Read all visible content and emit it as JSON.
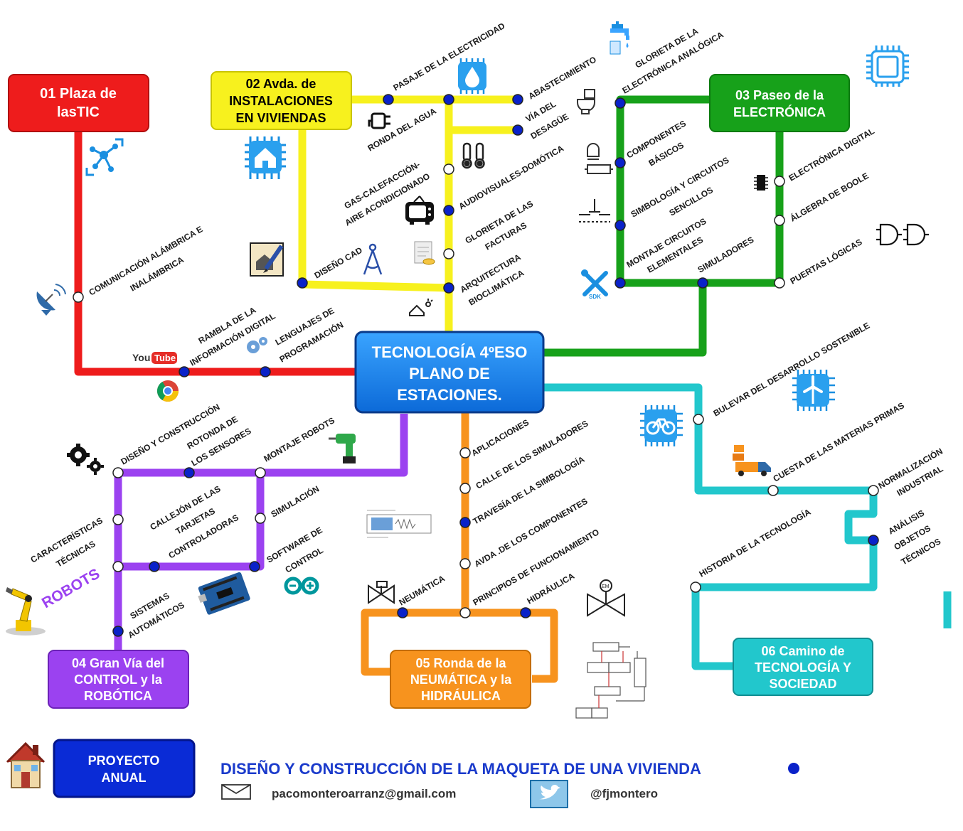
{
  "colors": {
    "line1": "#ee1c1c",
    "line2": "#f7f11e",
    "line3": "#17a11a",
    "line4": "#9b42f0",
    "line5": "#f7931e",
    "line6": "#22c7cc",
    "center": "#1286e8",
    "navy": "#0a2bd6",
    "stop_filled": "#0a22c9"
  },
  "center": {
    "line1": "TECNOLOGÍA 4ºESO",
    "line2": "PLANO DE",
    "line3": "ESTACIONES."
  },
  "lines": [
    {
      "id": "l1",
      "title1": "01  Plaza de",
      "title2": "lasTIC",
      "stations": [
        "COMUNICACIÓN ALÁMBRICA E",
        "INALÁMBRICA",
        "RAMBLA DE LA",
        "INFORMACIÓN DIGITAL",
        "LENGUAJES DE",
        "PROGRAMACIÓN"
      ]
    },
    {
      "id": "l2",
      "title1": "02 Avda. de",
      "title2": "INSTALACIONES",
      "title3": "EN VIVIENDAS",
      "stations": [
        "PASAJE DE LA ELECTRICIDAD",
        "RONDA DEL AGUA",
        "ABASTECIMIENTO",
        "VÍA DEL",
        "DESAGÜE",
        "GAS-CALEFACCIÓN-",
        "AIRE ACONDICIONADO",
        "AUDIOVISUALES-DOMÓTICA",
        "GLORIETA DE LAS",
        "FACTURAS",
        "ARQUITECTURA",
        "BIOCLIMÁTICA",
        "DISEÑO CAD"
      ]
    },
    {
      "id": "l3",
      "title1": "03 Paseo de la",
      "title2": "ELECTRÓNICA",
      "stations": [
        "GLORIETA DE LA",
        "ELECTRÓNICA ANALÓGICA",
        "COMPONENTES",
        "BÁSICOS",
        "SIMBOLOGÍA Y CIRCUITOS",
        "SENCILLOS",
        "MONTAJE CIRCUITOS",
        "ELEMENTALES",
        "SIMULADORES",
        "ELECTRÓNICA DIGITAL",
        "ÁLGEBRA DE BOOLE",
        "PUERTAS LÓGICAS"
      ]
    },
    {
      "id": "l4",
      "title1": "04 Gran Vía del",
      "title2": "CONTROL y la",
      "title3": "ROBÓTICA",
      "stations": [
        "DISEÑO Y CONSTRUCCIÓN",
        "ROTONDA DE",
        "LOS SENSORES",
        "MONTAJE ROBOTS",
        "CARACTERÍSTICAS",
        "TÉCNICAS",
        "CALLEJÓN DE LAS",
        "TARJETAS",
        "CONTROLADORAS",
        "SIMULACIÓN",
        "SOFTWARE DE",
        "CONTROL",
        "SISTEMAS",
        "AUTOMÁTICOS",
        "ROBOTS"
      ]
    },
    {
      "id": "l5",
      "title1": "05 Ronda de la",
      "title2": "NEUMÁTICA y la",
      "title3": "HIDRÁULICA",
      "stations": [
        "APLICACIONES",
        "CALLE DE LOS SIMULADORES",
        "TRAVESÍA DE LA SIMBOLOGÍA",
        "AVDA .DE LOS COMPONENTES",
        "PRINCIPIOS DE FUNCIONAMIENTO",
        "NEUMÁTICA",
        "HIDRÁULICA"
      ]
    },
    {
      "id": "l6",
      "title1": "06 Camino de",
      "title2": "TECNOLOGÍA Y",
      "title3": "SOCIEDAD",
      "stations": [
        "BULEVAR DEL DESARROLLO SOSTENIBLE",
        "CUESTA DE LAS MATERIAS PRIMAS",
        "NORMALIZACIÓN",
        "INDUSTRIAL",
        "ANÁLISIS",
        "OBJETOS",
        "TÉCNICOS",
        "HISTORIA DE LA TECNOLOGÍA"
      ]
    }
  ],
  "youtube": {
    "you": "You",
    "tube": "Tube"
  },
  "footer": {
    "project_line1": "PROYECTO",
    "project_line2": "ANUAL",
    "banner": "DISEÑO Y CONSTRUCCIÓN DE LA MAQUETA DE UNA VIVIENDA",
    "email": "pacomonteroarranz@gmail.com",
    "twitter": "@fjmontero"
  },
  "icons": [
    "network-icon",
    "house-chip-icon",
    "satellite-dish-icon",
    "house-pencil-icon",
    "youtube-logo",
    "chrome-icon",
    "gears-icon",
    "plug-icon",
    "faucet-icon",
    "drop-chip-icon",
    "toilet-icon",
    "thermometer-icon",
    "tv-icon",
    "bills-icon",
    "compass-icon",
    "house-sun-icon",
    "chip-icon",
    "lamp-icon",
    "switch-icon",
    "ic-chip-icon",
    "logic-gates-icon",
    "tools-sdk-icon",
    "wind-turbine-icon",
    "bike-icon",
    "truck-icon",
    "drill-icon",
    "cylinder-diagram-icon",
    "valve-icon",
    "pneumatic-circuit-icon",
    "arduino-board-icon",
    "arduino-logo-icon",
    "robot-arm-icon",
    "home-icon",
    "mail-icon",
    "twitter-icon"
  ]
}
